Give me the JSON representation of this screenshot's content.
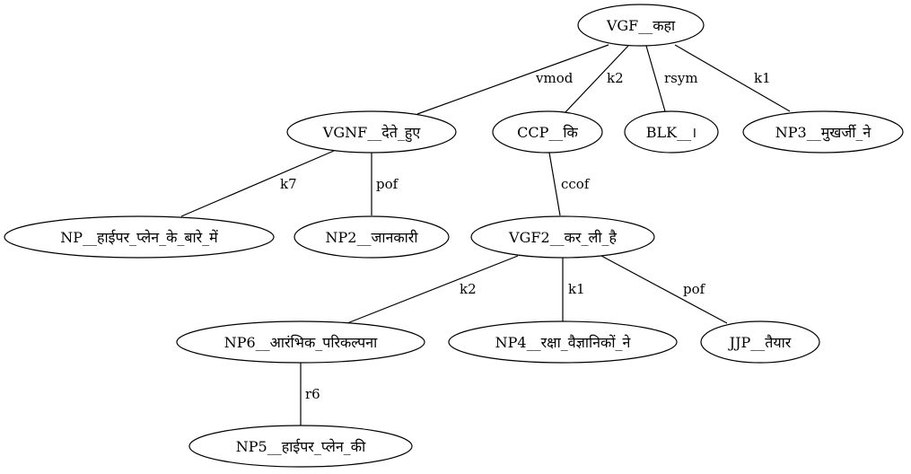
{
  "graph": {
    "nodes": [
      {
        "id": "n_root",
        "label": "VGF__कहा"
      },
      {
        "id": "n_vgnf",
        "label": "VGNF__देते_हुए"
      },
      {
        "id": "n_ccp",
        "label": "CCP__कि"
      },
      {
        "id": "n_blk",
        "label": "BLK__।"
      },
      {
        "id": "n_np3",
        "label": "NP3__मुखर्जी_ने"
      },
      {
        "id": "n_np",
        "label": "NP__हाईपर_प्लेन_के_बारे_में"
      },
      {
        "id": "n_np2",
        "label": "NP2__जानकारी"
      },
      {
        "id": "n_vgf2",
        "label": "VGF2__कर_ली_है"
      },
      {
        "id": "n_np6",
        "label": "NP6__आरंभिक_परिकल्पना"
      },
      {
        "id": "n_np4",
        "label": "NP4__रक्षा_वैज्ञानिकों_ने"
      },
      {
        "id": "n_jjp",
        "label": "JJP__तैयार"
      },
      {
        "id": "n_np5",
        "label": "NP5__हाईपर_प्लेन_की"
      }
    ],
    "edges": [
      {
        "from": "n_root",
        "to": "n_vgnf",
        "label": "vmod"
      },
      {
        "from": "n_root",
        "to": "n_ccp",
        "label": "k2"
      },
      {
        "from": "n_root",
        "to": "n_blk",
        "label": "rsym"
      },
      {
        "from": "n_root",
        "to": "n_np3",
        "label": "k1"
      },
      {
        "from": "n_vgnf",
        "to": "n_np",
        "label": "k7"
      },
      {
        "from": "n_vgnf",
        "to": "n_np2",
        "label": "pof"
      },
      {
        "from": "n_ccp",
        "to": "n_vgf2",
        "label": "ccof"
      },
      {
        "from": "n_vgf2",
        "to": "n_np6",
        "label": "k2"
      },
      {
        "from": "n_vgf2",
        "to": "n_np4",
        "label": "k1"
      },
      {
        "from": "n_vgf2",
        "to": "n_jjp",
        "label": "pof"
      },
      {
        "from": "n_np6",
        "to": "n_np5",
        "label": "r6"
      }
    ]
  }
}
